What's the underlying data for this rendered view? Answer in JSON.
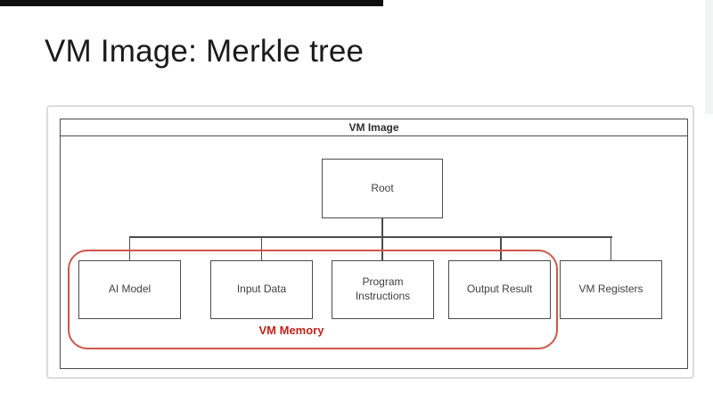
{
  "title": "VM Image: Merkle tree",
  "diagram": {
    "frame_label": "VM Image",
    "root": {
      "label": "Root"
    },
    "leaves": [
      {
        "label": "AI Model",
        "in_memory_group": true
      },
      {
        "label": "Input Data",
        "in_memory_group": true
      },
      {
        "label": "Program Instructions",
        "in_memory_group": true
      },
      {
        "label": "Output Result",
        "in_memory_group": true
      },
      {
        "label": "VM Registers",
        "in_memory_group": false
      }
    ],
    "memory_label": "VM Memory"
  },
  "colors": {
    "memory_group_border": "#cd564c",
    "memory_label_text": "#c0251b",
    "node_border": "#4c4c4c",
    "card_border": "#dcdcdc",
    "top_bar": "#0f0f0f"
  }
}
